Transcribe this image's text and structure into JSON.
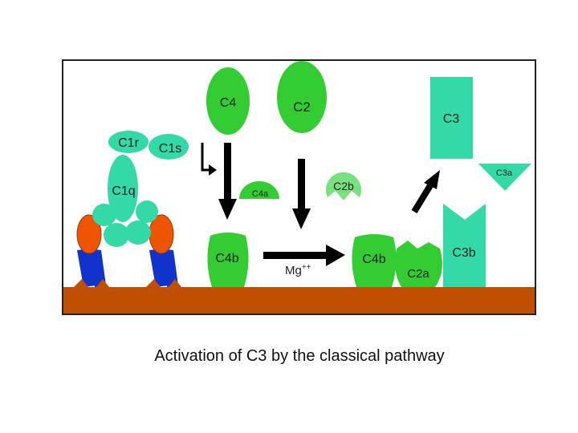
{
  "caption": "Activation of C3 by the classical pathway",
  "colors": {
    "green": "#33cc33",
    "aqua": "#33d9a6",
    "light_green": "#77e07f",
    "membrane": "#c05000",
    "antibody_blue": "#1133cc",
    "antigen_orange": "#ee5500"
  },
  "labels": {
    "c1r": "C1r",
    "c1s": "C1s",
    "c1q": "C1q",
    "c4": "C4",
    "c2": "C2",
    "c4a": "C4a",
    "c2b": "C2b",
    "c4b_left": "C4b",
    "mg_base": "Mg",
    "mg_sup": "++",
    "c4b_right": "C4b",
    "c2a": "C2a",
    "c3": "C3",
    "c3a": "C3a",
    "c3b": "C3b"
  }
}
